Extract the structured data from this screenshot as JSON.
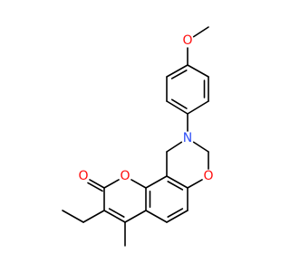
{
  "molecule": {
    "colors": {
      "bond": "#000000",
      "oxygen": "#ff0d0d",
      "nitrogen": "#3050f8",
      "background": "#ffffff"
    },
    "atom_labels": [
      {
        "id": "o_methoxy",
        "text": "O",
        "element": "oxygen"
      },
      {
        "id": "n_ring",
        "text": "N",
        "element": "nitrogen"
      },
      {
        "id": "o_carbonyl",
        "text": "O",
        "element": "oxygen"
      },
      {
        "id": "o_pyranone",
        "text": "O",
        "element": "oxygen"
      },
      {
        "id": "o_oxazine",
        "text": "O",
        "element": "oxygen"
      }
    ]
  }
}
